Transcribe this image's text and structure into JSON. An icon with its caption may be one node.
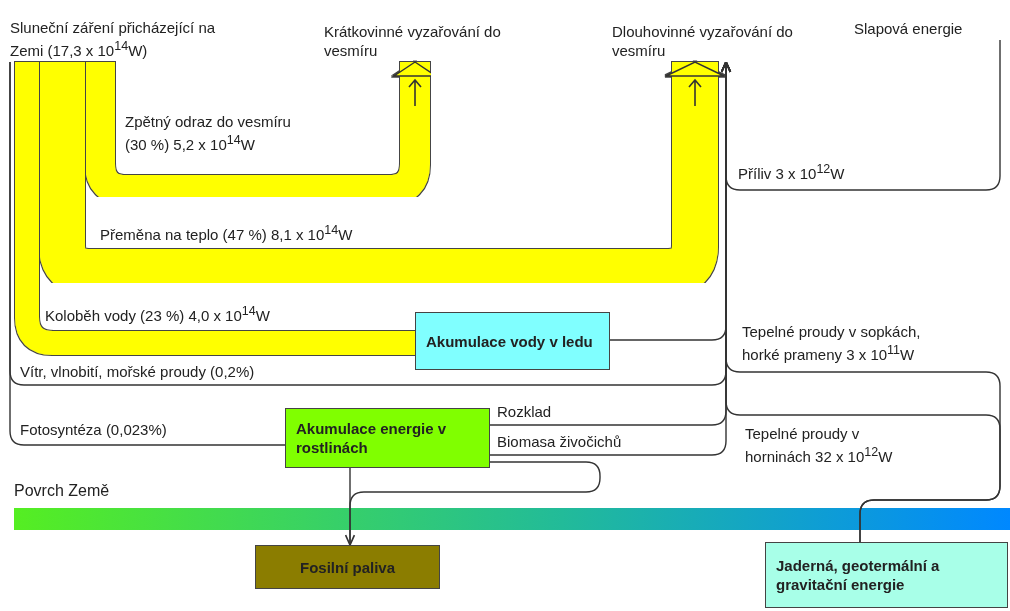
{
  "diagram": {
    "nodes": [
      {
        "text": [
          "Sluneční záření přicházející na Zemi (17,3 x 10$^{14}$W)"
        ]
      },
      {
        "text": [
          "Krátkovinné vyzařování do vesmíru"
        ]
      },
      {
        "text": [
          "Dlouhovinné vyzařování do vesmíru"
        ]
      },
      {
        "text": [
          "Slapová energie"
        ]
      },
      {
        "text": [
          "Akumulace vody v ledu"
        ]
      },
      {
        "text": [
          "Akumulace energie v rostlinách"
        ]
      },
      {
        "text": [
          "Fosilní paliva"
        ]
      },
      {
        "text": [
          "Jaderná, geotermální a gravitační energie"
        ]
      }
    ],
    "edges": [
      {
        "from": 0,
        "to": 1,
        "arrow": "to",
        "label": "Zpětný odraz do vesmíru (30 %) 5,2 x 10$^{14}$W",
        "style": "thick",
        "color": "#ffff00"
      },
      {
        "from": 0,
        "to": 2,
        "arrow": "to",
        "label": "Přeměna na teplo (47 %) 8,1 x 10$^{14}$W",
        "style": "thick",
        "color": "#ffff00"
      },
      {
        "from": 0,
        "to": 4,
        "arrow": "none",
        "label": "Koloběh vody (23 %) 4,0 x 10$^{14}$W",
        "style": "thick",
        "color": "#ffff00"
      },
      {
        "from": 0,
        "to": 2,
        "arrow": "to",
        "label": "Vítr, vlnobití, mořské proudy (0,2%)"
      },
      {
        "from": 0,
        "to": 5,
        "arrow": "none",
        "label": "Fotosyntéza (0,023%)"
      },
      {
        "from": 4,
        "to": 2,
        "arrow": "to"
      },
      {
        "from": 5,
        "to": 2,
        "arrow": "to",
        "label": "Rozklad"
      },
      {
        "from": 5,
        "to": 2,
        "arrow": "to",
        "label": "Biomasa živočichů"
      },
      {
        "from": 5,
        "to": 6,
        "arrow": "none"
      },
      {
        "from": 5,
        "to": 6,
        "arrow": "to"
      },
      {
        "from": 3,
        "to": 2,
        "arrow": "to",
        "label": "Příliv 3 x 10$^{12}$W"
      },
      {
        "from": 7,
        "to": 2,
        "arrow": "to",
        "label": "Tepelné proudy v sopkách, horké prameny 3 x 10$^{11}$W"
      },
      {
        "from": 7,
        "to": 2,
        "arrow": "to",
        "label": "Tepelné proudy v horninách 32 x 10$^{12}$W"
      }
    ],
    "labels": [
      "Povrch Země"
    ]
  }
}
